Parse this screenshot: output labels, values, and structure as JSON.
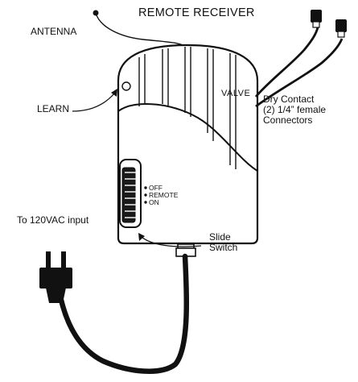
{
  "diagram": {
    "title": "REMOTE RECEIVER",
    "labels": {
      "antenna": "ANTENNA",
      "learn": "LEARN",
      "valve": "VALVE",
      "dry_contact": [
        "Dry Contact",
        "(2) 1/4” female",
        "Connectors"
      ],
      "power_input": "To 120VAC input",
      "slide_switch": [
        "Slide",
        "Switch"
      ]
    },
    "switch_positions": [
      "OFF",
      "REMOTE",
      "ON"
    ],
    "colors": {
      "ink": "#111111",
      "background": "#ffffff"
    }
  }
}
